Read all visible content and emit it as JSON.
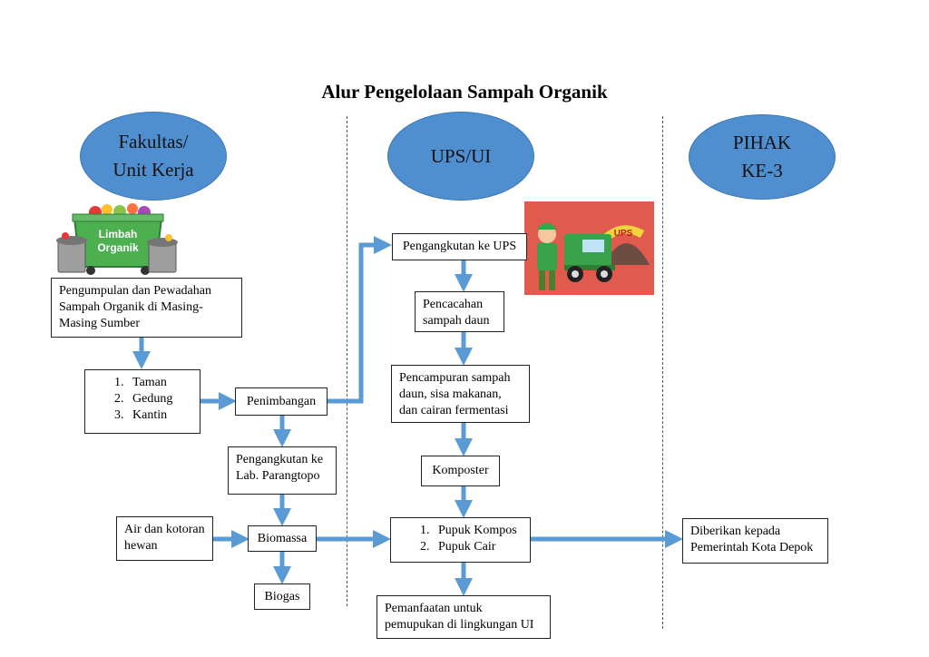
{
  "title": "Alur Pengelolaan Sampah Organik",
  "columns": {
    "col1": [
      "Fakultas/",
      "Unit Kerja"
    ],
    "col2": [
      "UPS/UI"
    ],
    "col3": [
      "PIHAK",
      "KE-3"
    ]
  },
  "bin_label": [
    "Limbah",
    "Organik"
  ],
  "truck_label": "UPS",
  "nodes": {
    "pengumpulan": "Pengumpulan dan Pewadahan Sampah Organik di Masing-Masing Sumber",
    "sources": [
      "Taman",
      "Gedung",
      "Kantin"
    ],
    "penimbangan": "Penimbangan",
    "pengangkutan_lab": "Pengangkutan ke Lab. Parangtopo",
    "air_kotoran": "Air dan kotoran hewan",
    "biomassa": "Biomassa",
    "biogas": "Biogas",
    "pengangkutan_ups": "Pengangkutan ke UPS",
    "pencacahan": "Pencacahan sampah daun",
    "pencampuran": "Pencampuran sampah daun, sisa makanan, dan cairan fermentasi",
    "komposter": "Komposter",
    "pupuk": [
      "Pupuk Kompos",
      "Pupuk Cair"
    ],
    "pemanfaatan": "Pemanfaatan untuk pemupukan di lingkungan UI",
    "diberikan": "Diberikan kepada Pemerintah Kota Depok"
  },
  "colors": {
    "oval": "#4f8fd0",
    "arrow": "#5b9bd5",
    "truck_bg": "#e05a4e",
    "truck_body": "#3aa24a",
    "bin_green": "#4caf50"
  }
}
